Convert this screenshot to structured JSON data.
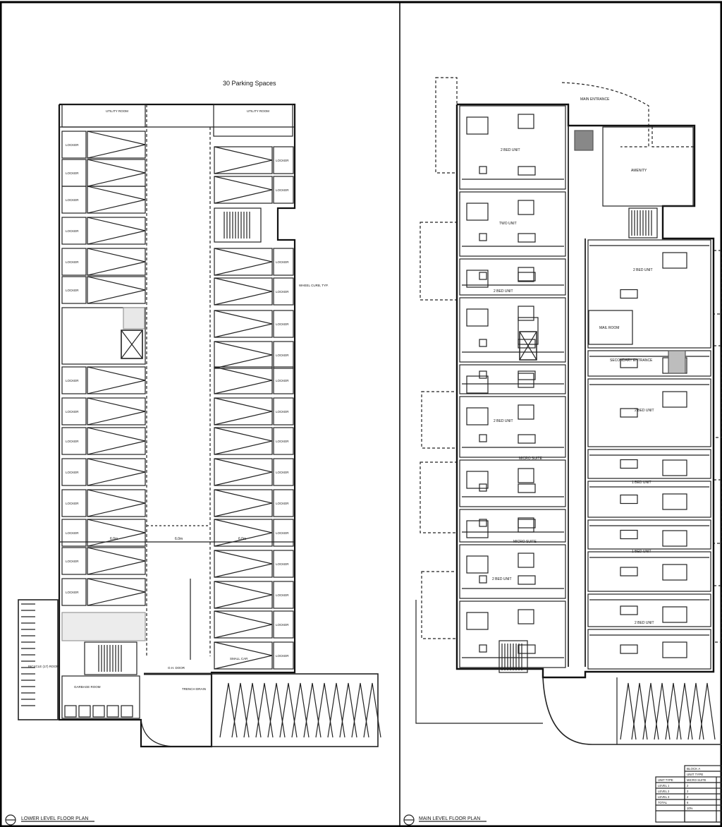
{
  "sheet": {
    "left_panel": {
      "parking_spaces_label": "30 Parking Spaces",
      "utility_room_left": "UTILITY ROOM",
      "utility_room_right": "UTILITY ROOM",
      "locker_label": "LOCKER",
      "wheel_curb_label": "WHEEL CURB, TYP.",
      "bicycle_room_label": "BICYCLE (17) ROOM",
      "garbage_room_label": "GARBAGE ROOM",
      "oh_door_label": "O.H. DOOR",
      "trench_drain_label": "TRENCH DRAIN",
      "small_car_label": "SMALL CAR",
      "dim_left": "6.0m",
      "dim_mid": "6.0m",
      "dim_right": "6.0m",
      "title": "LOWER LEVEL FLOOR PLAN"
    },
    "right_panel": {
      "main_entrance_label": "MAIN ENTRANCE",
      "amenity_label": "AMENITY",
      "secondary_entrance_label": "SECONDARY ENTRANCE",
      "mail_room_label": "MAIL ROOM",
      "units": [
        "2 BED UNIT",
        "TWO UNIT",
        "2 BED UNIT",
        "2 BED UNIT",
        "2 BED UNIT",
        "MICRO SUITE",
        "MICRO SUITE",
        "2 BED UNIT",
        "2 BED UNIT",
        "1 BED UNIT",
        "1 BED UNIT",
        "2 BED UNIT"
      ],
      "title": "MAIN LEVEL FLOOR PLAN",
      "table": {
        "header": "BLOCK A",
        "subheader": "UNIT TYPE",
        "columns": [
          "UNIT TYPE",
          "MICRO SUITE"
        ],
        "rows": [
          [
            "LEVEL 1",
            "2"
          ],
          [
            "LEVEL 2",
            "2"
          ],
          [
            "LEVEL 3",
            "2"
          ],
          [
            "TOTAL",
            "6"
          ],
          [
            "10%",
            ""
          ]
        ]
      }
    }
  }
}
